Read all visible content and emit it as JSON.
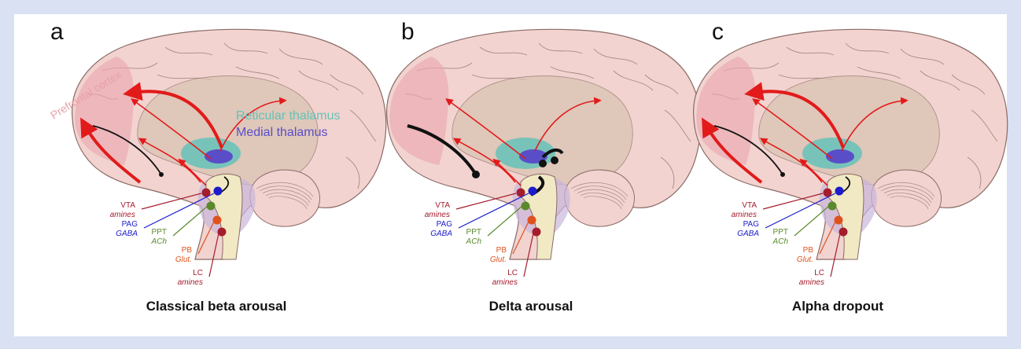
{
  "panels": [
    {
      "letter": "a",
      "caption": "Classical beta arousal",
      "region_labels": {
        "prefrontal": "Prefrontal cortex",
        "reticular": "Reticular thalamus",
        "medial": "Medial thalamus"
      }
    },
    {
      "letter": "b",
      "caption": "Delta arousal"
    },
    {
      "letter": "c",
      "caption": "Alpha dropout"
    }
  ],
  "nuclei": [
    {
      "name": "VTA",
      "transmitter": "amines",
      "color": "#a51d2d"
    },
    {
      "name": "PAG",
      "transmitter": "GABA",
      "color": "#1c1ccc"
    },
    {
      "name": "PPT",
      "transmitter": "ACh",
      "color": "#5a8a2a"
    },
    {
      "name": "PB",
      "transmitter": "Glut.",
      "color": "#e0521c"
    },
    {
      "name": "LC",
      "transmitter": "amines",
      "color": "#a51d2d"
    }
  ],
  "colors": {
    "background": "#d9e1f2",
    "brain": "#f2d3cf",
    "brain_outline": "#8a6a66",
    "prefrontal": "#eaa8b0",
    "reticular": "#66c2b8",
    "medial": "#5a4ec8",
    "brainstem": "#f1e9c4",
    "limbic": "#d8c3b0",
    "arrow_red": "#e21a1a",
    "arrow_black": "#111111"
  }
}
